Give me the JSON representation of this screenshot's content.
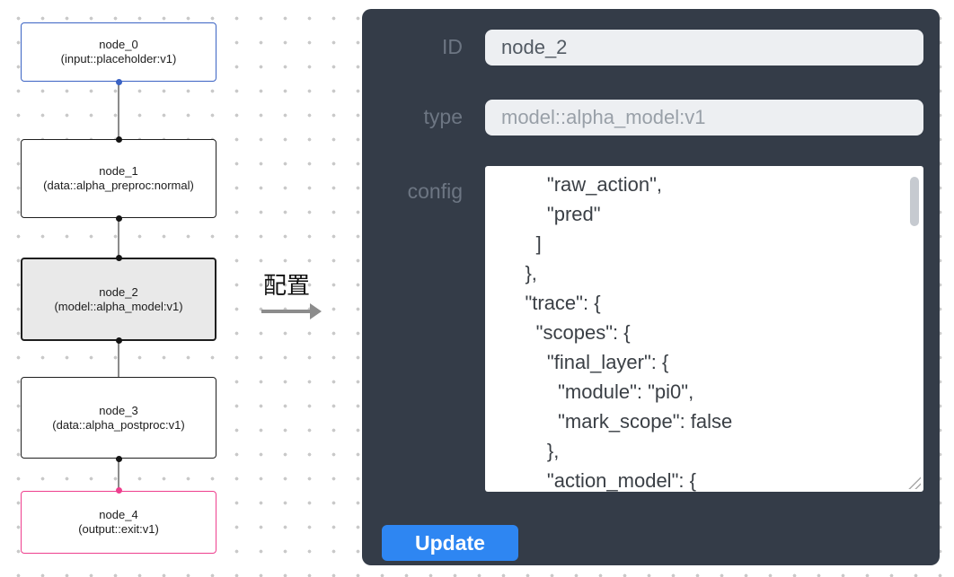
{
  "canvas": {
    "nodes": [
      {
        "title": "node_0",
        "subtitle": "(input::placeholder:v1)",
        "variant": "input"
      },
      {
        "title": "node_1",
        "subtitle": "(data::alpha_preproc:normal)",
        "variant": "default"
      },
      {
        "title": "node_2",
        "subtitle": "(model::alpha_model:v1)",
        "variant": "selected"
      },
      {
        "title": "node_3",
        "subtitle": "(data::alpha_postproc:v1)",
        "variant": "default"
      },
      {
        "title": "node_4",
        "subtitle": "(output::exit:v1)",
        "variant": "output"
      }
    ]
  },
  "arrow": {
    "label": "配置"
  },
  "panel": {
    "id_label": "ID",
    "id_value": "node_2",
    "type_label": "type",
    "type_value": "model::alpha_model:v1",
    "config_label": "config",
    "config_value": "        \"raw_action\",\n        \"pred\"\n      ]\n    },\n    \"trace\": {\n      \"scopes\": {\n        \"final_layer\": {\n          \"module\": \"pi0\",\n          \"mark_scope\": false\n        },\n        \"action_model\": {",
    "update_label": "Update"
  },
  "colors": {
    "accent_blue": "#2e86f2",
    "input_node_border": "#3b63c4",
    "output_node_border": "#ee3f8e",
    "panel_background": "#343c48"
  }
}
